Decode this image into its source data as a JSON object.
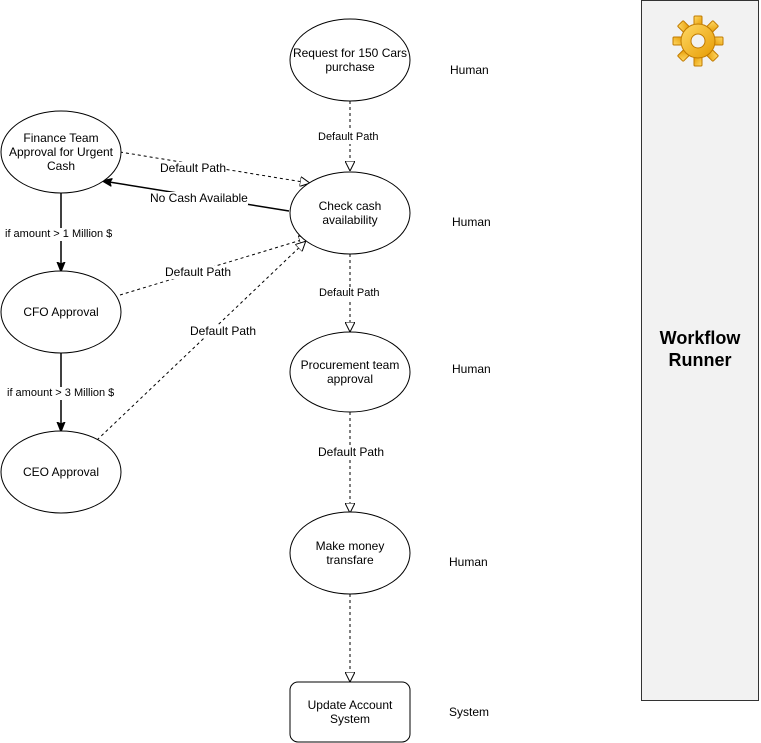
{
  "nodes": {
    "request": "Request for 150 Cars\npurchase",
    "check_cash": "Check cash\navailability",
    "procurement": "Procurement team\napproval",
    "money_transfer": "Make money\ntransfare",
    "update_account": "Update Account\nSystem",
    "finance": "Finance Team\nApproval for Urgent\nCash",
    "cfo": "CFO Approval",
    "ceo": "CEO Approval"
  },
  "edge_labels": {
    "request_to_check": "Default Path",
    "finance_to_check": "Default Path",
    "no_cash": "No Cash Available",
    "amount_1m": "if amount > 1 Million $",
    "cfo_to_check": "Default Path",
    "amount_3m": "if amount > 3 Million $",
    "ceo_to_check": "Default Path",
    "check_to_procurement": "Default Path",
    "procurement_to_money": "Default Path"
  },
  "actors": {
    "request": "Human",
    "check_cash": "Human",
    "procurement": "Human",
    "money_transfer": "Human",
    "update_account": "System"
  },
  "runner": {
    "title": "Workflow\nRunner",
    "icon": "gear-icon",
    "icon_color": "#f0b429"
  }
}
